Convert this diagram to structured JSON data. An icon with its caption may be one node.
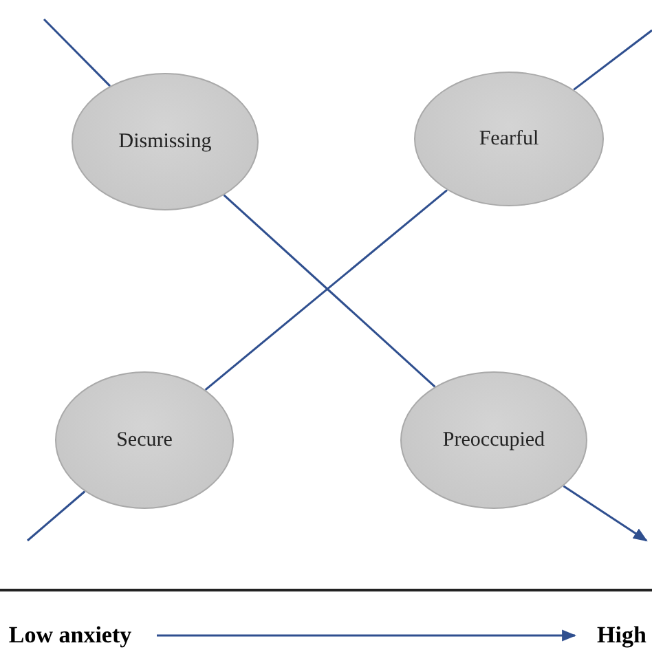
{
  "diagram": {
    "nodes": [
      {
        "text": [
          "Dismissing"
        ]
      },
      {
        "text": [
          "Fearful"
        ]
      },
      {
        "text": [
          "Secure"
        ]
      },
      {
        "text": [
          "Preoccupied"
        ]
      },
      {
        "text": [
          "Low anxiety"
        ]
      },
      {
        "text": [
          "High"
        ]
      }
    ],
    "edges": [
      {
        "from": null,
        "to": 0,
        "arrow": "none"
      },
      {
        "from": 0,
        "to": 3,
        "arrow": "none"
      },
      {
        "from": 3,
        "to": null,
        "arrow": "to"
      },
      {
        "from": null,
        "to": 2,
        "arrow": "none"
      },
      {
        "from": 2,
        "to": 1,
        "arrow": "none"
      },
      {
        "from": 1,
        "to": null,
        "arrow": "none"
      },
      {
        "from": 4,
        "to": 5,
        "arrow": "to"
      }
    ]
  }
}
